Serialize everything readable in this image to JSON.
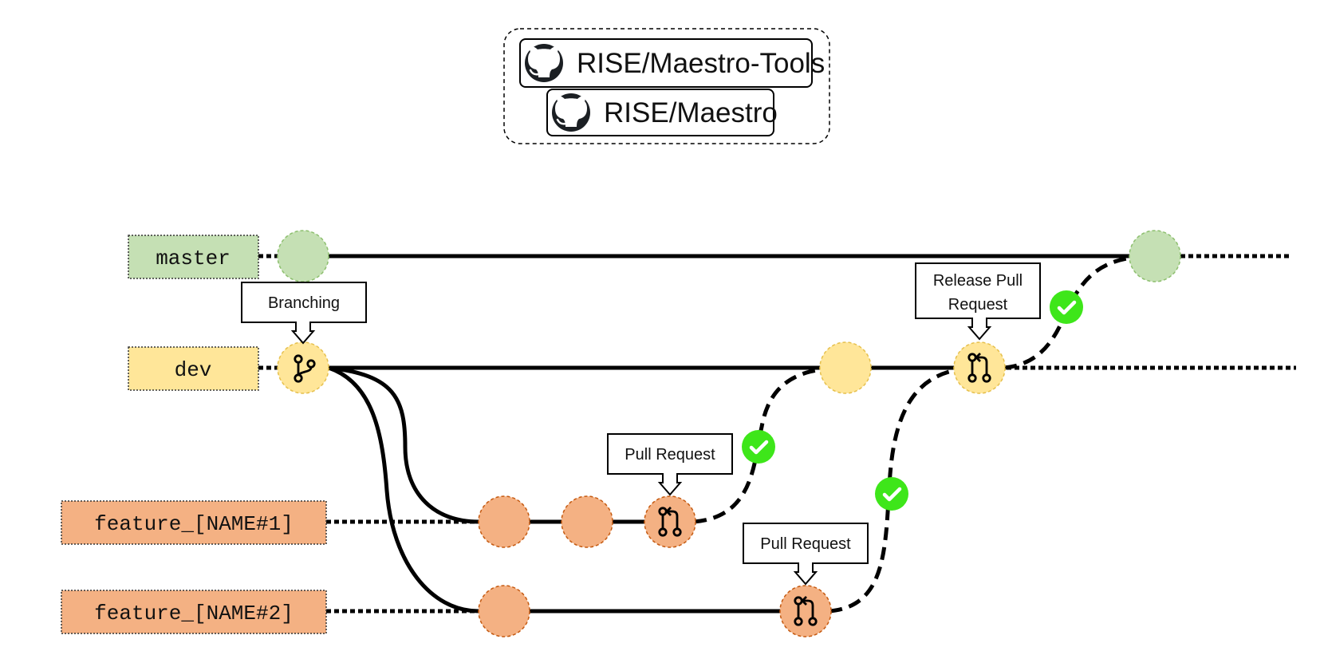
{
  "repositories": [
    {
      "name": "RISE/Maestro-Tools",
      "icon": "github-icon"
    },
    {
      "name": "RISE/Maestro",
      "icon": "github-icon"
    }
  ],
  "branches": [
    {
      "name": "master",
      "color": "#c5e0b4"
    },
    {
      "name": "dev",
      "color": "#ffe699"
    },
    {
      "name": "feature_[NAME#1]",
      "color": "#f4b183"
    },
    {
      "name": "feature_[NAME#2]",
      "color": "#f4b183"
    }
  ],
  "callouts": {
    "branching": "Branching",
    "pull_request_1": "Pull Request",
    "pull_request_2": "Pull Request",
    "release_line_1": "Release Pull",
    "release_line_2": "Request"
  },
  "icons": {
    "branch": "git-branch-icon",
    "pull_request": "git-pull-request-icon",
    "approved": "check-circle-icon"
  },
  "colors": {
    "master": "#c5e0b4",
    "dev": "#ffe699",
    "feature": "#f4b183",
    "feature_border": "#c55a11",
    "approved": "#3ee61a",
    "line": "#000000"
  }
}
